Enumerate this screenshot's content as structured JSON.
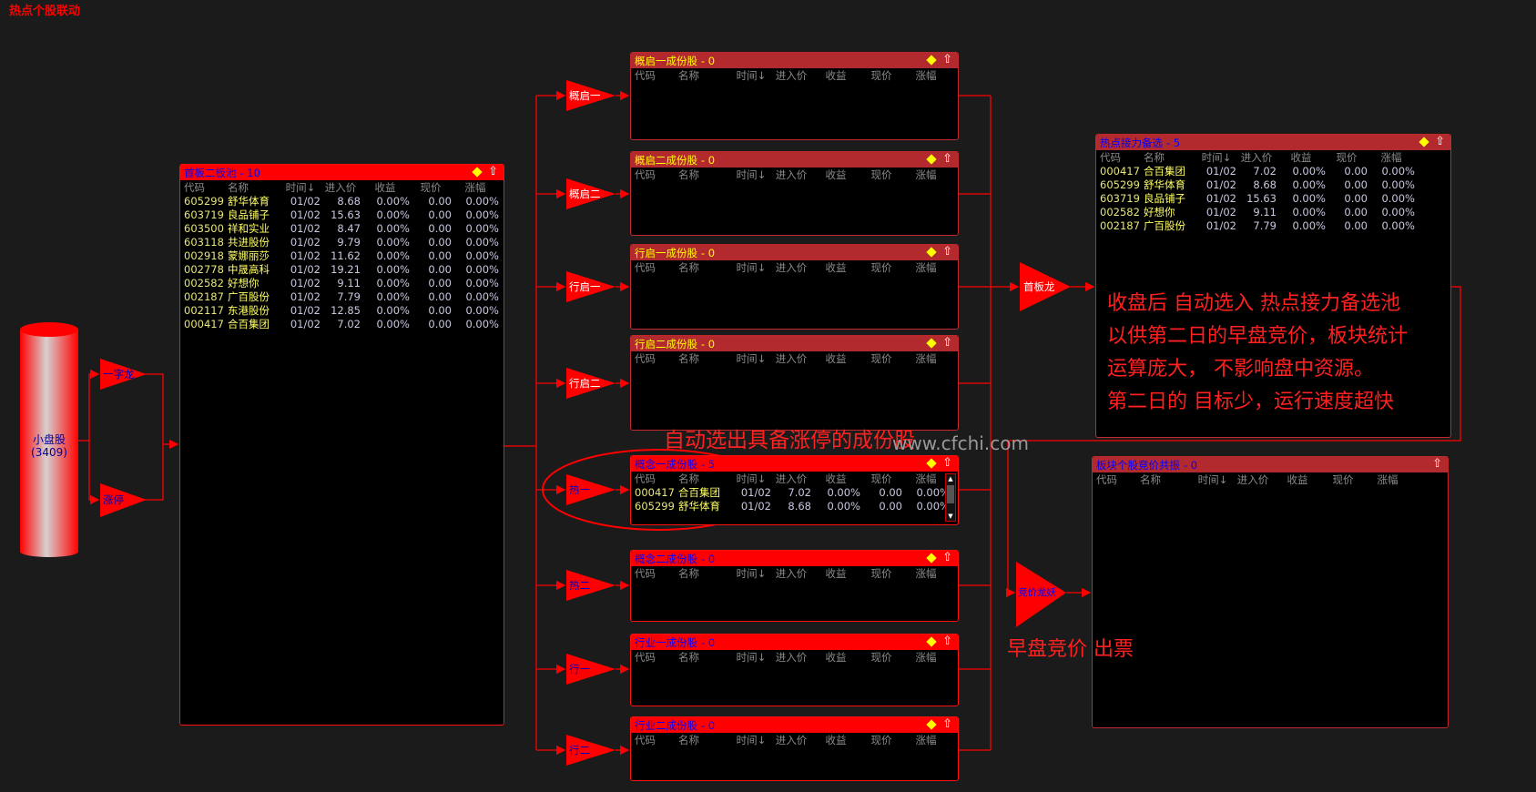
{
  "app_title": "热点个股联动",
  "source": {
    "label": "小盘股",
    "count": "(3409)"
  },
  "filters": [
    {
      "label": "一字龙"
    },
    {
      "label": "涨停"
    }
  ],
  "columns": [
    "代码",
    "名称",
    "时间↓",
    "进入价",
    "收益",
    "现价",
    "涨幅"
  ],
  "main_panel": {
    "title": "首板二板池",
    "count": "- 10",
    "theme": "bright-red-blue",
    "rows": [
      [
        "605299",
        "舒华体育",
        "01/02",
        "8.68",
        "0.00%",
        "0.00",
        "0.00%"
      ],
      [
        "603719",
        "良品铺子",
        "01/02",
        "15.63",
        "0.00%",
        "0.00",
        "0.00%"
      ],
      [
        "603500",
        "祥和实业",
        "01/02",
        "8.47",
        "0.00%",
        "0.00",
        "0.00%"
      ],
      [
        "603118",
        "共进股份",
        "01/02",
        "9.79",
        "0.00%",
        "0.00",
        "0.00%"
      ],
      [
        "002918",
        "蒙娜丽莎",
        "01/02",
        "11.62",
        "0.00%",
        "0.00",
        "0.00%"
      ],
      [
        "002778",
        "中晟高科",
        "01/02",
        "19.21",
        "0.00%",
        "0.00",
        "0.00%"
      ],
      [
        "002582",
        "好想你",
        "01/02",
        "9.11",
        "0.00%",
        "0.00",
        "0.00%"
      ],
      [
        "002187",
        "广百股份",
        "01/02",
        "7.79",
        "0.00%",
        "0.00",
        "0.00%"
      ],
      [
        "002117",
        "东港股份",
        "01/02",
        "12.85",
        "0.00%",
        "0.00",
        "0.00%"
      ],
      [
        "000417",
        "合百集团",
        "01/02",
        "7.02",
        "0.00%",
        "0.00",
        "0.00%"
      ]
    ]
  },
  "branches": [
    {
      "node": "概启一",
      "title": "概启一成份股",
      "count": "- 0",
      "theme": "dark",
      "rows": []
    },
    {
      "node": "概启二",
      "title": "概启二成份股",
      "count": "- 0",
      "theme": "dark",
      "rows": []
    },
    {
      "node": "行启一",
      "title": "行启一成份股",
      "count": "- 0",
      "theme": "dark",
      "rows": []
    },
    {
      "node": "行启二",
      "title": "行启二成份股",
      "count": "- 0",
      "theme": "dark",
      "rows": []
    },
    {
      "node": "热一",
      "title": "概念一成份股",
      "count": "- 5",
      "theme": "bright",
      "scrollbar": true,
      "rows": [
        [
          "000417",
          "合百集团",
          "01/02",
          "7.02",
          "0.00%",
          "0.00",
          "0.00%"
        ],
        [
          "605299",
          "舒华体育",
          "01/02",
          "8.68",
          "0.00%",
          "0.00",
          "0.00%"
        ]
      ]
    },
    {
      "node": "热二",
      "title": "概念二成份股",
      "count": "- 0",
      "theme": "bright",
      "rows": []
    },
    {
      "node": "行一",
      "title": "行业一成份股",
      "count": "- 0",
      "theme": "bright",
      "rows": []
    },
    {
      "node": "行二",
      "title": "行业二成份股",
      "count": "- 0",
      "theme": "bright",
      "rows": []
    }
  ],
  "relay_node": "首板龙",
  "relay_panel": {
    "title": "热点接力备选",
    "count": "- 5",
    "theme": "dark-blue",
    "rows": [
      [
        "000417",
        "合百集团",
        "01/02",
        "7.02",
        "0.00%",
        "0.00",
        "0.00%"
      ],
      [
        "605299",
        "舒华体育",
        "01/02",
        "8.68",
        "0.00%",
        "0.00",
        "0.00%"
      ],
      [
        "603719",
        "良品铺子",
        "01/02",
        "15.63",
        "0.00%",
        "0.00",
        "0.00%"
      ],
      [
        "002582",
        "好想你",
        "01/02",
        "9.11",
        "0.00%",
        "0.00",
        "0.00%"
      ],
      [
        "002187",
        "广百股份",
        "01/02",
        "7.79",
        "0.00%",
        "0.00",
        "0.00%"
      ]
    ]
  },
  "auction_node": "竞价龙妖",
  "auction_panel": {
    "title": "板块个股竞价共振",
    "count": "- 0",
    "theme": "dark-blue",
    "rows": []
  },
  "annotations": {
    "relay_note": [
      "收盘后 自动选入 热点接力备选池",
      "以供第二日的早盘竞价，板块统计",
      "运算庞大，  不影响盘中资源。",
      "第二日的 目标少，运行速度超快"
    ],
    "auto_select": "自动选出具备涨停的成份股",
    "auction_note": "早盘竞价   出票",
    "watermark": "www.cfchi.com"
  },
  "colors": {
    "accent": "#ff0000",
    "header_dark": "#b22a2e",
    "background": "#1b1b1b",
    "code_text": "#e6e67a",
    "name_text": "#ffff66"
  }
}
